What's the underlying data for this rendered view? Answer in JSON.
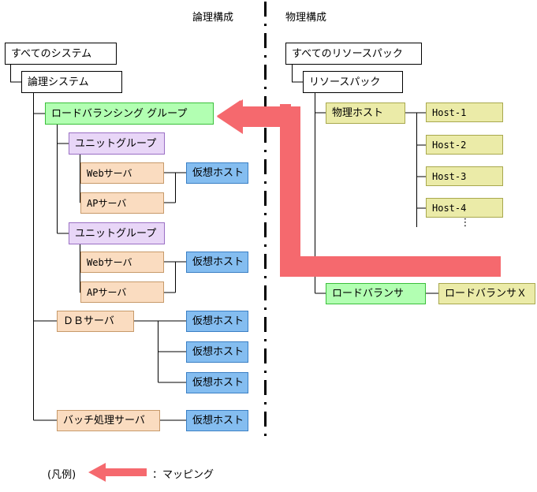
{
  "diagram": {
    "title_logical": "論理構成",
    "title_physical": "物理構成",
    "divider": "dash-dot vertical separator",
    "colors": {
      "mapping_arrow": "#f5696e",
      "green_fill": "#b2ffb2",
      "green_border": "#3bbf3b",
      "purple_fill": "#e8d6f7",
      "purple_border": "#9a6fc4",
      "peach_fill": "#fadcc0",
      "peach_border": "#c79a6a",
      "blue_fill": "#84bdf0",
      "blue_border": "#3a7fc4",
      "yellow_fill": "#ebeba8",
      "yellow_border": "#a8a84e",
      "line": "#000000"
    }
  },
  "logical": {
    "all_systems": "すべてのシステム",
    "logical_system": "論理システム",
    "lb_group": "ロードバランシング グループ",
    "unit_group_1": "ユニットグループ",
    "unit_group_2": "ユニットグループ",
    "web_server_1": "Webサーバ",
    "ap_server_1": "APサーバ",
    "web_server_2": "Webサーバ",
    "ap_server_2": "APサーバ",
    "db_server": "ＤＢサーバ",
    "batch_server": "バッチ処理サーバ",
    "virtual_host_1": "仮想ホスト",
    "virtual_host_2": "仮想ホスト",
    "virtual_host_db_1": "仮想ホスト",
    "virtual_host_db_2": "仮想ホスト",
    "virtual_host_db_3": "仮想ホスト",
    "virtual_host_batch": "仮想ホスト",
    "load_balancer": "ロードバランサ"
  },
  "physical": {
    "all_resource_packs": "すべてのリソースパック",
    "resource_pack": "リソースパック",
    "physical_host": "物理ホスト",
    "hosts": [
      "Host-1",
      "Host-2",
      "Host-3",
      "Host-4"
    ],
    "host_more": "⋮",
    "load_balancer_x": "ロードバランサＸ"
  },
  "legend": {
    "label": "(凡例)",
    "arrow_icon": "left-arrow-icon",
    "description": "：マッピング"
  }
}
